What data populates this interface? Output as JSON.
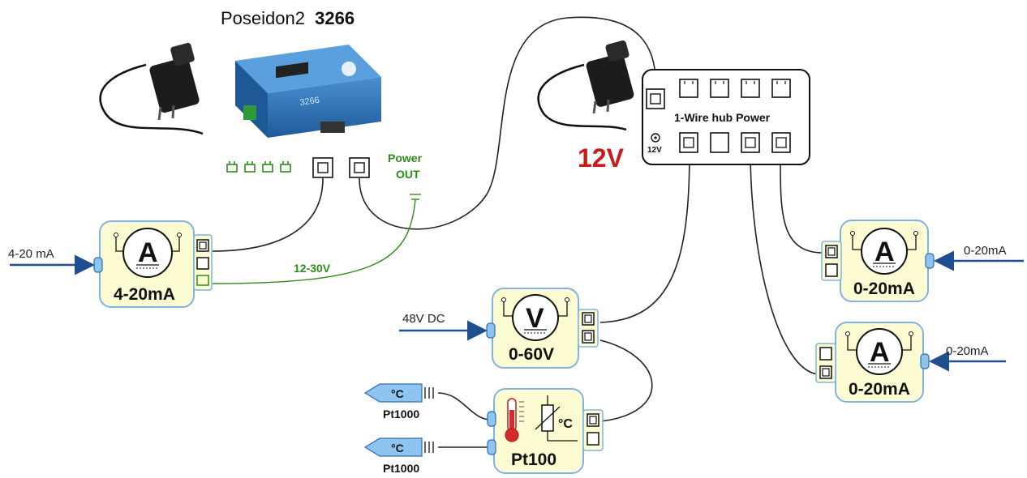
{
  "device": {
    "title_name": "Poseidon2",
    "title_model": "3266",
    "box_model": "3266"
  },
  "power_out": {
    "line1": "Power",
    "line2": "OUT",
    "voltage": "12-30V"
  },
  "hub": {
    "label": "1-Wire hub Power",
    "jack_label": "12V",
    "adapter_voltage": "12V"
  },
  "modules": {
    "m420": {
      "title": "4-20mA",
      "meter": "A",
      "input": "4-20 mA"
    },
    "m060v": {
      "title": "0-60V",
      "meter": "V",
      "input": "48V DC"
    },
    "pt100": {
      "title": "Pt100",
      "unit": "°C"
    },
    "m020_top": {
      "title": "0-20mA",
      "meter": "A",
      "input": "0-20mA"
    },
    "m020_bottom": {
      "title": "0-20mA",
      "meter": "A",
      "input": "0-20mA"
    }
  },
  "probes": [
    {
      "unit": "°C",
      "label": "Pt1000"
    },
    {
      "unit": "°C",
      "label": "Pt1000"
    }
  ],
  "colors": {
    "module_fill": "#fdfbd2",
    "module_border": "#7fb3e6",
    "cable": "#222222",
    "power_green": "#2e8b1a",
    "voltage_red": "#cc1a1a",
    "arrow_blue": "#1f4f8f",
    "device_blue": "#2a6db0"
  }
}
